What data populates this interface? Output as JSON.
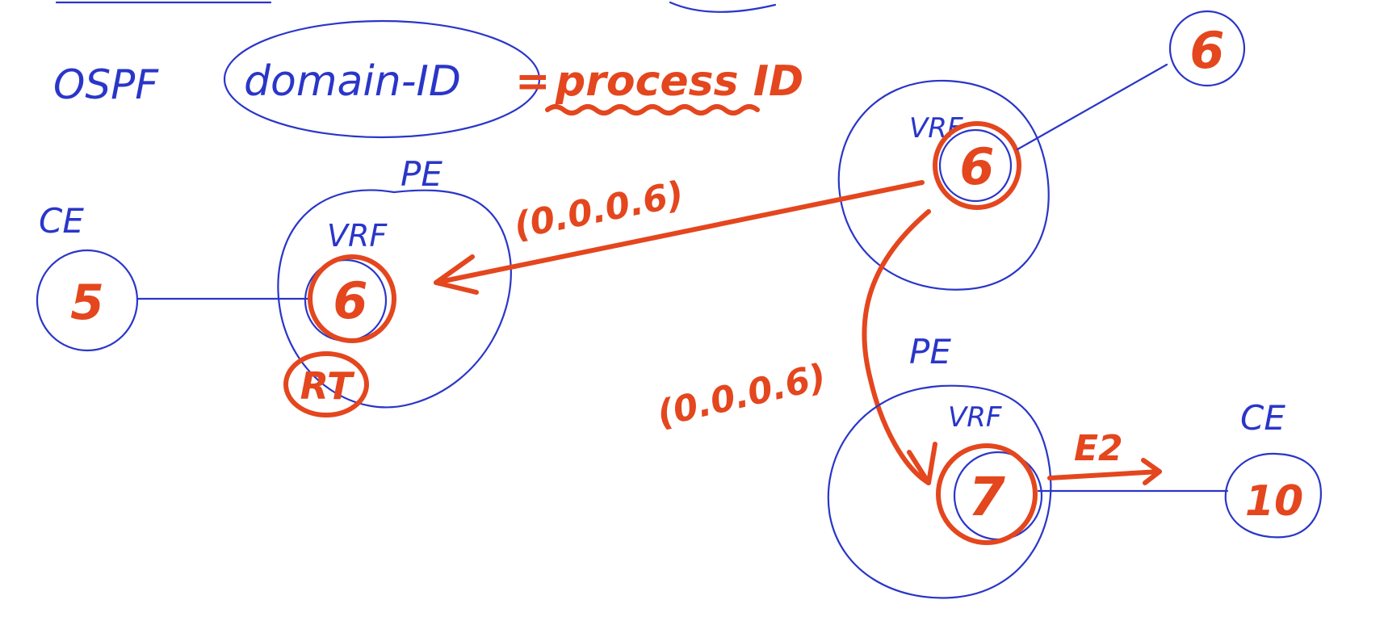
{
  "header": {
    "protocol": "OSPF",
    "domain_id": "domain-ID",
    "equals": "=",
    "process_id": "process ID"
  },
  "left_site": {
    "ce_label": "CE",
    "ce_value": "5",
    "pe_label": "PE",
    "vrf_label": "VRF",
    "vrf_value": "6",
    "rt_label": "RT"
  },
  "top_site": {
    "vrf_label": "VRF",
    "vrf_value": "6",
    "remote_value": "6"
  },
  "bottom_site": {
    "pe_label": "PE",
    "vrf_label": "VRF",
    "vrf_value": "7",
    "ce_label": "CE",
    "ce_value": "10",
    "route_type": "E2"
  },
  "routes": {
    "to_left": "(0.0.0.6)",
    "to_bottom": "(0.0.0.6)"
  },
  "colors": {
    "ink_blue": "#2a36c8",
    "ink_red": "#e4461e"
  }
}
